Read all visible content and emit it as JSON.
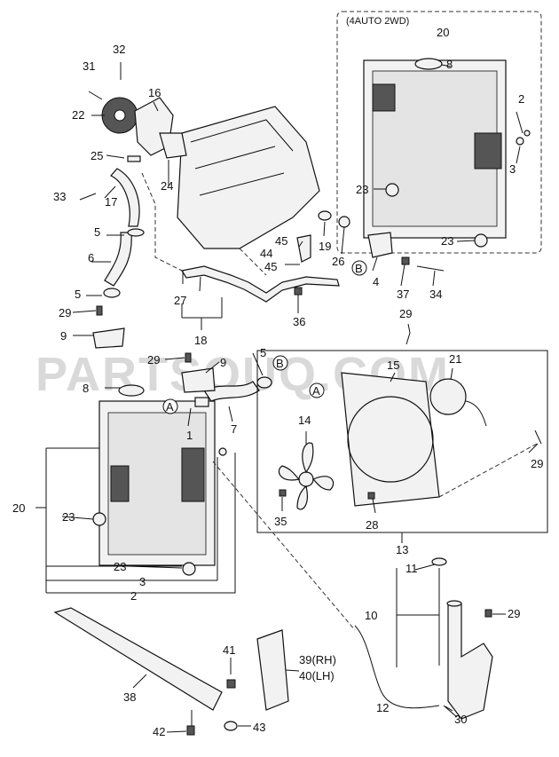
{
  "watermark": "PARTSOUQ.COM",
  "inset_title": "(4AUTO 2WD)",
  "callouts": [
    {
      "id": "1",
      "text": "1"
    },
    {
      "id": "2a",
      "text": "2"
    },
    {
      "id": "2b",
      "text": "2"
    },
    {
      "id": "3a",
      "text": "3"
    },
    {
      "id": "3b",
      "text": "3"
    },
    {
      "id": "4",
      "text": "4"
    },
    {
      "id": "5a",
      "text": "5"
    },
    {
      "id": "5b",
      "text": "5"
    },
    {
      "id": "5c",
      "text": "5"
    },
    {
      "id": "6",
      "text": "6"
    },
    {
      "id": "7",
      "text": "7"
    },
    {
      "id": "8a",
      "text": "8"
    },
    {
      "id": "8b",
      "text": "8"
    },
    {
      "id": "9a",
      "text": "9"
    },
    {
      "id": "9b",
      "text": "9"
    },
    {
      "id": "10",
      "text": "10"
    },
    {
      "id": "11",
      "text": "11"
    },
    {
      "id": "12",
      "text": "12"
    },
    {
      "id": "13",
      "text": "13"
    },
    {
      "id": "14",
      "text": "14"
    },
    {
      "id": "15",
      "text": "15"
    },
    {
      "id": "16",
      "text": "16"
    },
    {
      "id": "17",
      "text": "17"
    },
    {
      "id": "18",
      "text": "18"
    },
    {
      "id": "19",
      "text": "19"
    },
    {
      "id": "20a",
      "text": "20"
    },
    {
      "id": "20b",
      "text": "20"
    },
    {
      "id": "21",
      "text": "21"
    },
    {
      "id": "22",
      "text": "22"
    },
    {
      "id": "23a",
      "text": "23"
    },
    {
      "id": "23b",
      "text": "23"
    },
    {
      "id": "23c",
      "text": "23"
    },
    {
      "id": "23d",
      "text": "23"
    },
    {
      "id": "24",
      "text": "24"
    },
    {
      "id": "25",
      "text": "25"
    },
    {
      "id": "26",
      "text": "26"
    },
    {
      "id": "27",
      "text": "27"
    },
    {
      "id": "28",
      "text": "28"
    },
    {
      "id": "29a",
      "text": "29"
    },
    {
      "id": "29b",
      "text": "29"
    },
    {
      "id": "29c",
      "text": "29"
    },
    {
      "id": "29d",
      "text": "29"
    },
    {
      "id": "29e",
      "text": "29"
    },
    {
      "id": "30",
      "text": "30"
    },
    {
      "id": "31",
      "text": "31"
    },
    {
      "id": "32",
      "text": "32"
    },
    {
      "id": "33",
      "text": "33"
    },
    {
      "id": "34",
      "text": "34"
    },
    {
      "id": "35",
      "text": "35"
    },
    {
      "id": "36",
      "text": "36"
    },
    {
      "id": "37",
      "text": "37"
    },
    {
      "id": "38",
      "text": "38"
    },
    {
      "id": "39",
      "text": "39(RH)"
    },
    {
      "id": "40",
      "text": "40(LH)"
    },
    {
      "id": "41",
      "text": "41"
    },
    {
      "id": "42",
      "text": "42"
    },
    {
      "id": "43",
      "text": "43"
    },
    {
      "id": "44",
      "text": "44"
    },
    {
      "id": "45a",
      "text": "45"
    },
    {
      "id": "45b",
      "text": "45"
    }
  ],
  "markers": [
    {
      "id": "A1",
      "text": "A"
    },
    {
      "id": "A2",
      "text": "A"
    },
    {
      "id": "B1",
      "text": "B"
    },
    {
      "id": "B2",
      "text": "B"
    }
  ]
}
